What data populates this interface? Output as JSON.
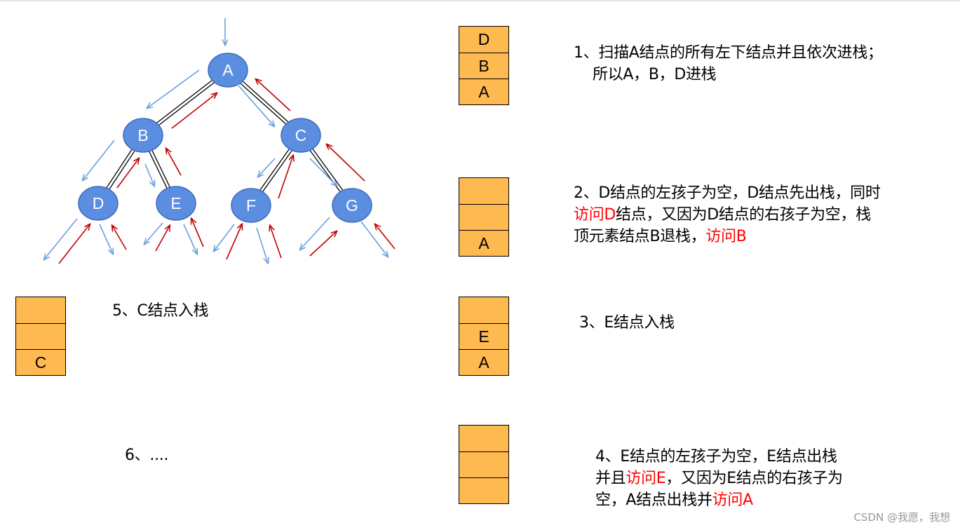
{
  "tree": {
    "nodes": [
      {
        "id": "A",
        "label": "A"
      },
      {
        "id": "B",
        "label": "B"
      },
      {
        "id": "C",
        "label": "C"
      },
      {
        "id": "D",
        "label": "D"
      },
      {
        "id": "E",
        "label": "E"
      },
      {
        "id": "F",
        "label": "F"
      },
      {
        "id": "G",
        "label": "G"
      }
    ],
    "edges": [
      {
        "from": "A",
        "to": "B"
      },
      {
        "from": "A",
        "to": "C"
      },
      {
        "from": "B",
        "to": "D"
      },
      {
        "from": "B",
        "to": "E"
      },
      {
        "from": "C",
        "to": "F"
      },
      {
        "from": "C",
        "to": "G"
      }
    ],
    "colors": {
      "node_fill": "#5b8ee0",
      "node_stroke": "#3d6bbd",
      "edge": "#000000",
      "down_arrow": "#6a9fe0",
      "up_arrow": "#c00000"
    }
  },
  "stacks": {
    "s1": [
      "D",
      "B",
      "A"
    ],
    "s2": [
      "",
      "",
      "A"
    ],
    "s3": [
      "",
      "E",
      "A"
    ],
    "s4": [
      "",
      "",
      ""
    ],
    "s5": [
      "",
      "",
      "C"
    ]
  },
  "steps": {
    "step1": {
      "line1": "1、扫描A结点的所有左下结点并且依次进栈；",
      "line2": "所以A，B，D进栈"
    },
    "step2": {
      "l1": "2、D结点的左孩子为空，D结点先出栈，同时",
      "l2_red": "访问D",
      "l2_rest": "结点，又因为D结点的右孩子为空，栈",
      "l3_a": "顶元素结点B退栈，",
      "l3_red": "访问B"
    },
    "step3": "3、E结点入栈",
    "step4": {
      "l1": "4、E结点的左孩子为空，E结点出栈",
      "l2_a": "并且",
      "l2_red": "访问E",
      "l2_rest": "，又因为E结点的右孩子为",
      "l3_a": "空，A结点出栈并",
      "l3_red": "访问A"
    },
    "step5": "5、C结点入栈",
    "step6": "6、...."
  },
  "watermark": "CSDN @我愿，我想"
}
